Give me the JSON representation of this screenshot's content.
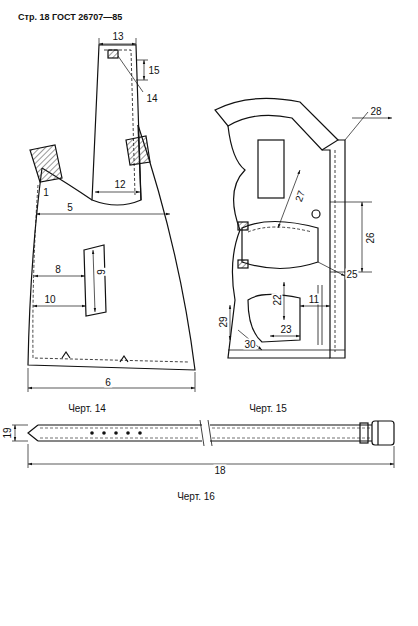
{
  "diagram": {
    "title": "Стр. 18 ГОСТ 26707—85",
    "labels": [
      "Черт. 14",
      "Черт. 15",
      "Черт. 16",
      "13",
      "15",
      "14",
      "1",
      "12",
      "5",
      "8",
      "9",
      "10",
      "6",
      "28",
      "27",
      "26",
      "25",
      "22",
      "11",
      "29",
      "30",
      "23",
      "19",
      "18"
    ]
  }
}
